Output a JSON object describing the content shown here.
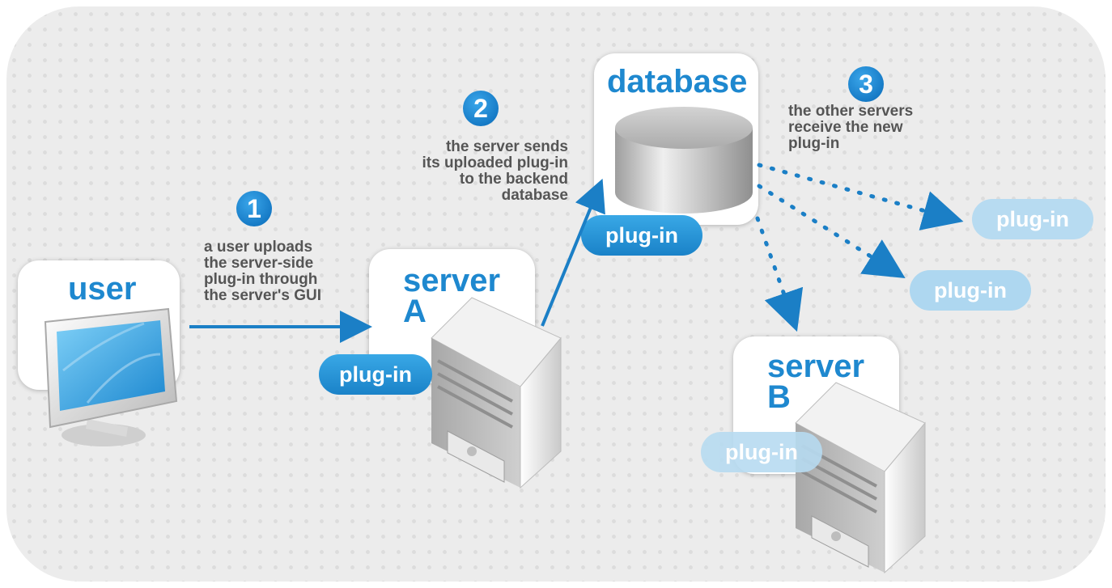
{
  "nodes": {
    "user": {
      "title": "user"
    },
    "server_a": {
      "title_line1": "server",
      "title_line2": "A"
    },
    "database": {
      "title": "database"
    },
    "server_b": {
      "title_line1": "server",
      "title_line2": "B"
    }
  },
  "pills": {
    "server_a": "plug-in",
    "database": "plug-in",
    "right_top": "plug-in",
    "right_middle": "plug-in",
    "server_b": "plug-in"
  },
  "steps": [
    {
      "number": "1",
      "caption": "a user uploads\nthe server-side\nplug-in through\nthe server's GUI"
    },
    {
      "number": "2",
      "caption": "the server sends\nits uploaded plug-in\nto the backend\ndatabase"
    },
    {
      "number": "3",
      "caption": "the other servers\nreceive the new\nplug-in"
    }
  ],
  "colors": {
    "accent": "#1e88cf",
    "caption_text": "#555555",
    "faded_pill": "#b7dbf1",
    "background": "#ececec"
  },
  "icons": [
    "monitor-icon",
    "server-tower-icon",
    "database-cylinder-icon",
    "arrow-icon",
    "dotted-arrow-icon"
  ]
}
